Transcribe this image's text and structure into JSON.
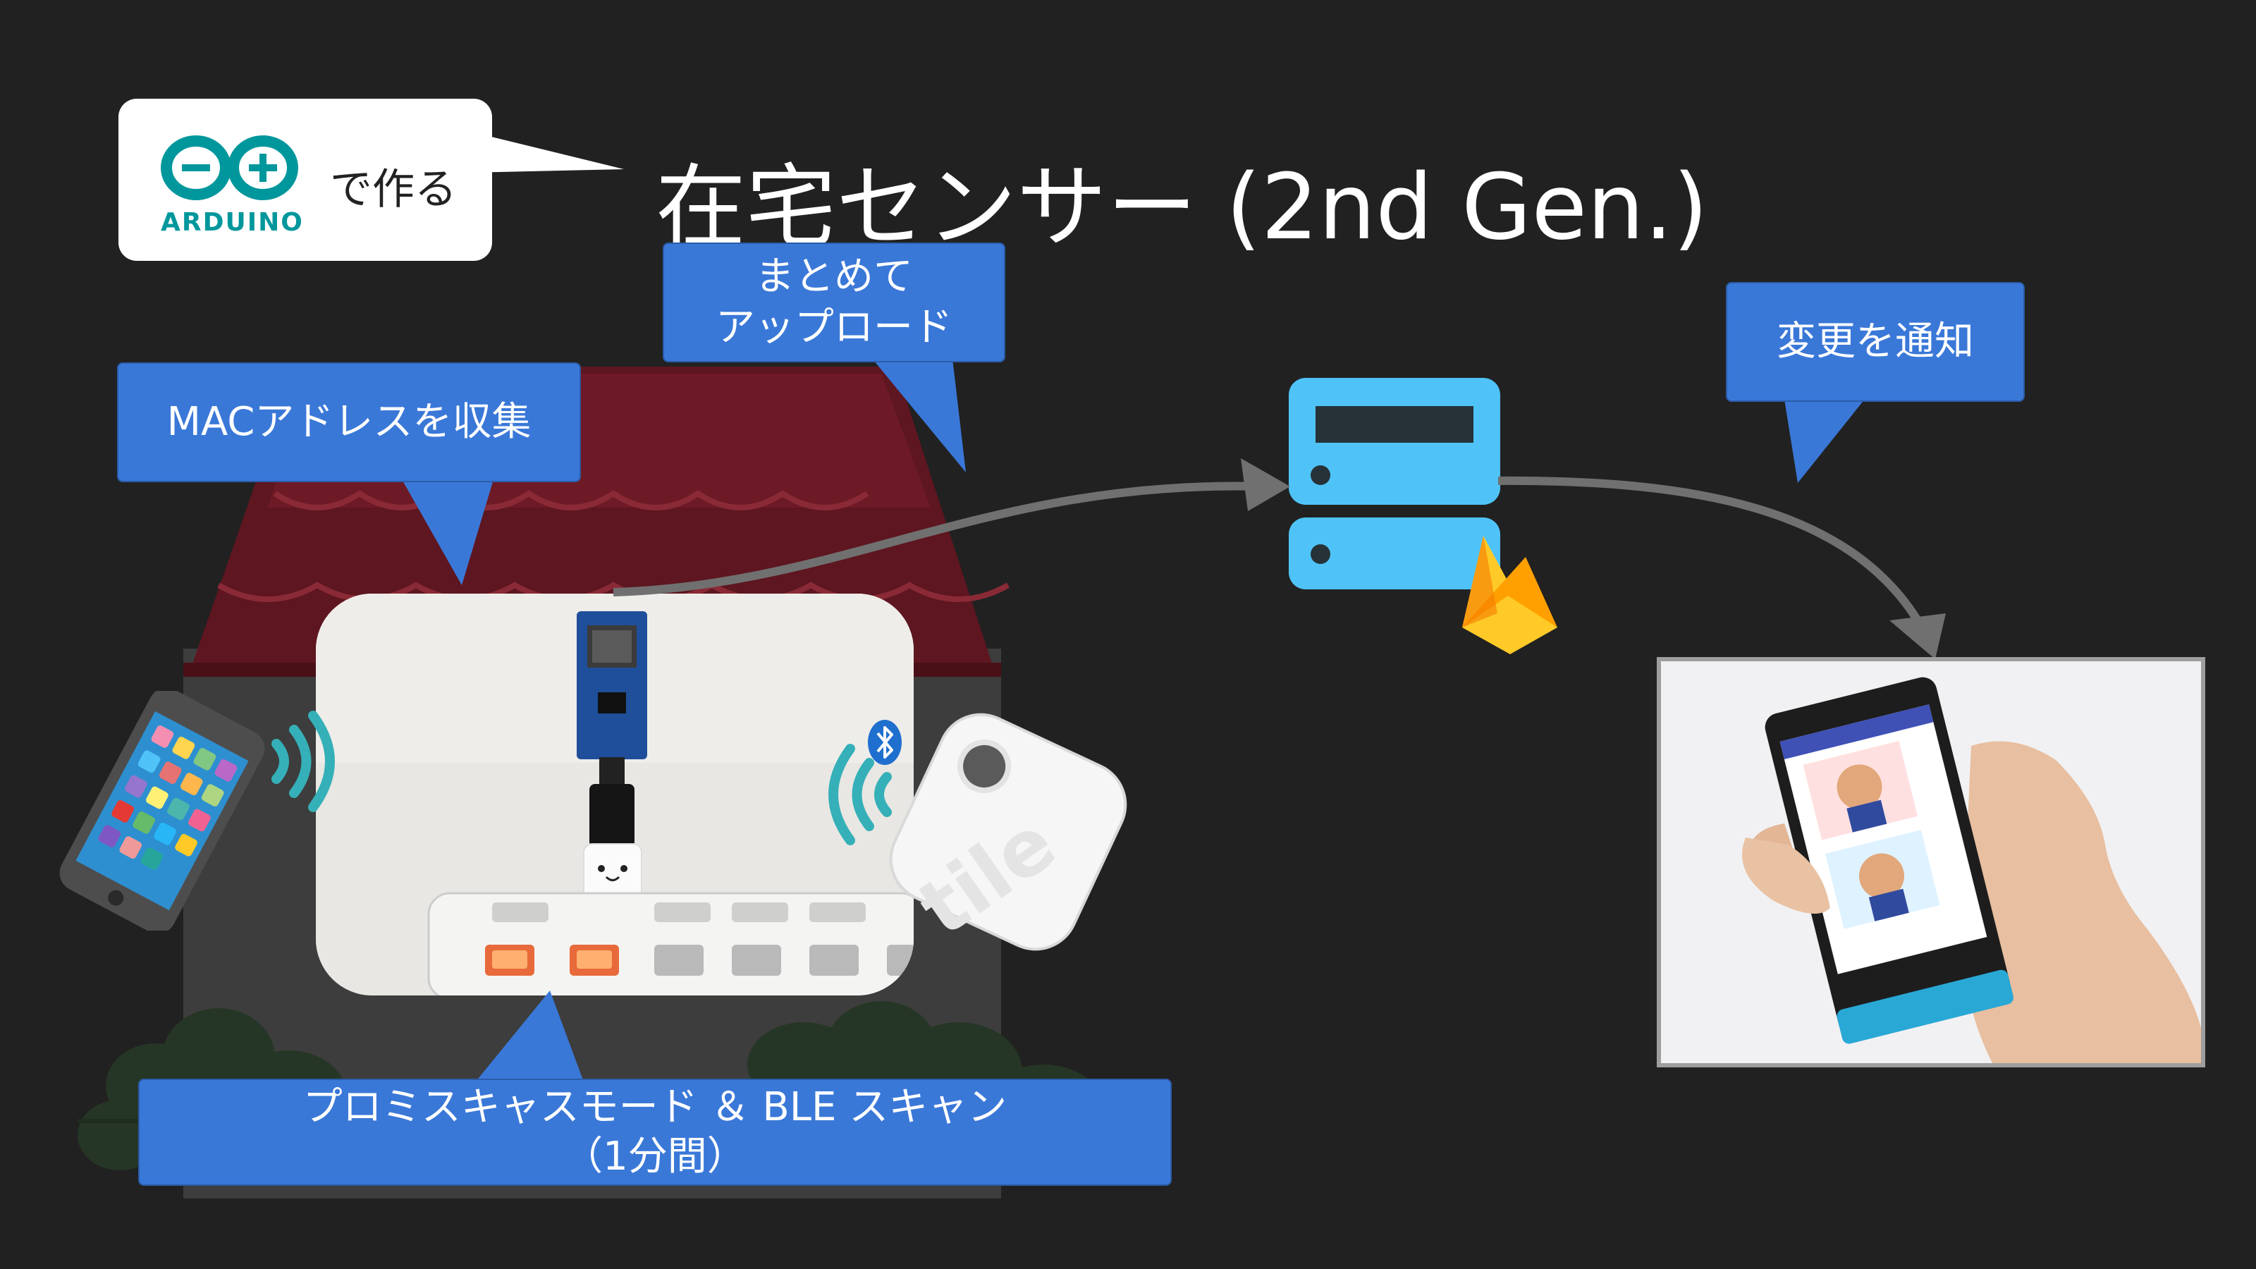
{
  "title": "在宅センサー (2nd Gen.)",
  "made_by": {
    "logo_text": "ARDUINO",
    "suffix": "で作る"
  },
  "callouts": {
    "collect": "MACアドレスを収集",
    "upload_line1": "まとめて",
    "upload_line2": "アップロード",
    "notify": "変更を通知",
    "scan_line1": "プロミスキャスモード ＆ BLE スキャン",
    "scan_line2": "（1分間）"
  },
  "tag_text": "tile",
  "icons": [
    "arduino-logo-icon",
    "house-illustration-icon",
    "smartphone-icon",
    "wifi-waves-icon",
    "bluetooth-icon",
    "tile-tracker-icon",
    "server-icon",
    "firebase-flame-icon",
    "arrow-icon"
  ],
  "colors": {
    "background": "#212121",
    "callout": "#3a78d8",
    "server": "#4fc3f7",
    "roof": "#7a1c2a",
    "house_wall": "#3a3a3a",
    "firebase": "#ffa000"
  }
}
